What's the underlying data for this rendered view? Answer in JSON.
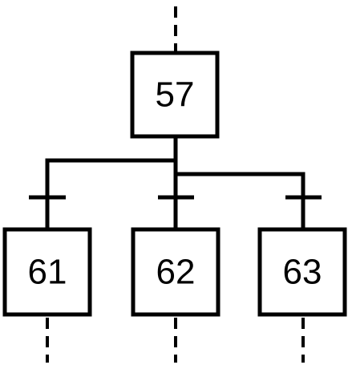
{
  "colors": {
    "stroke": "#000000",
    "background": "#ffffff"
  },
  "steps": {
    "top": "57",
    "left": "61",
    "middle": "62",
    "right": "63"
  }
}
